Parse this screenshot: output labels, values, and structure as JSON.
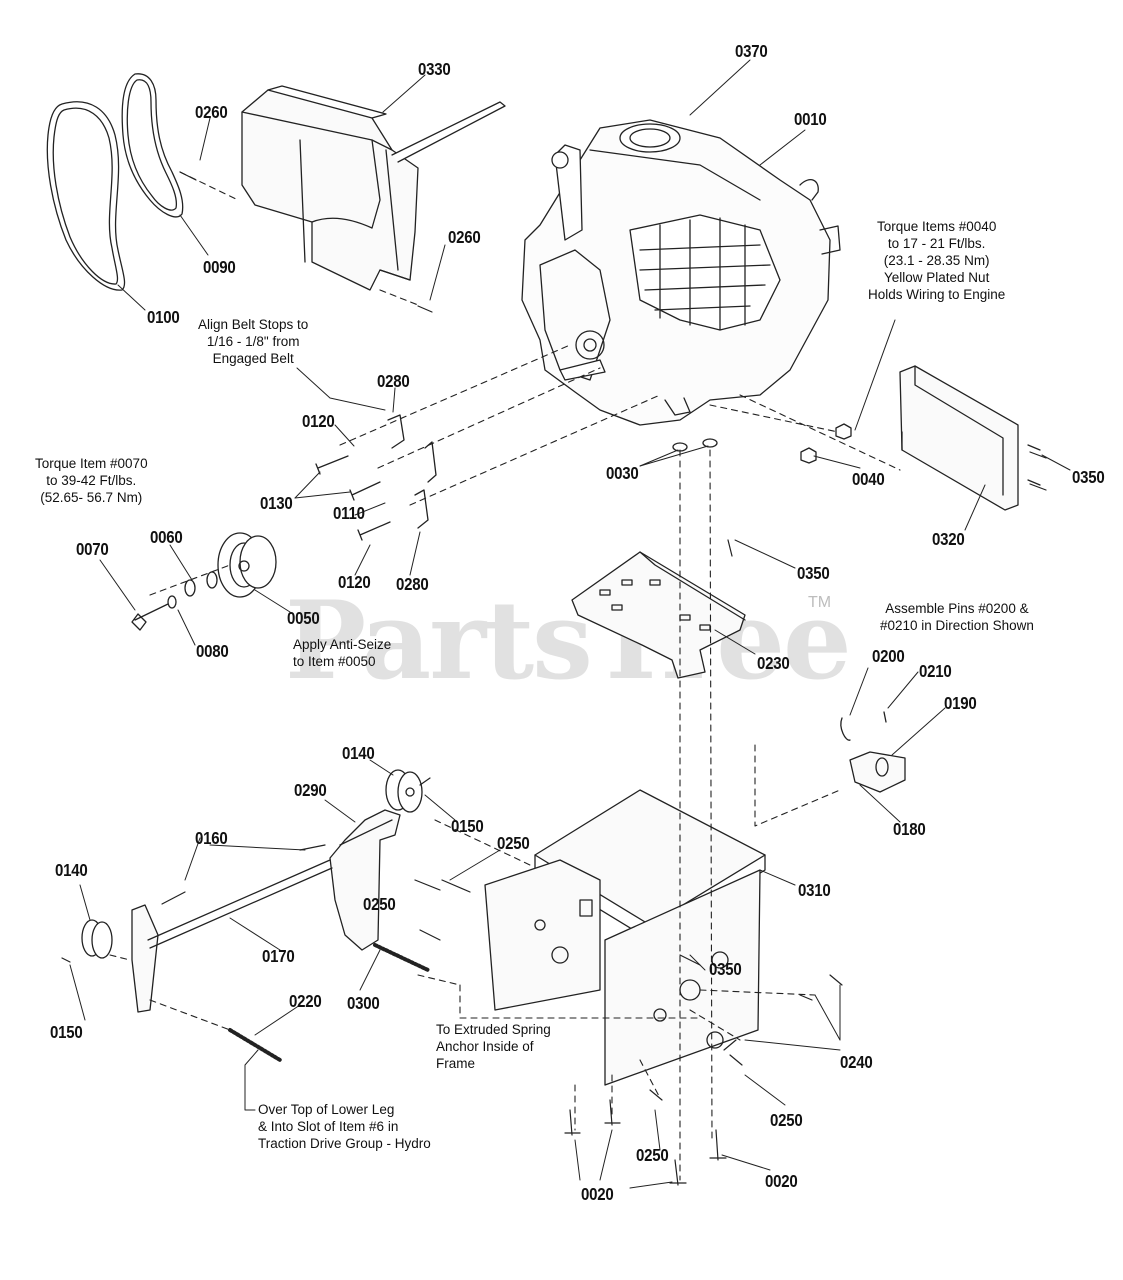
{
  "watermark": {
    "text": "PartsTree",
    "trademark": "TM"
  },
  "part_labels": {
    "p0010": "0010",
    "p0020a": "0020",
    "p0020b": "0020",
    "p0030": "0030",
    "p0040": "0040",
    "p0050": "0050",
    "p0060": "0060",
    "p0070": "0070",
    "p0080": "0080",
    "p0090": "0090",
    "p0100": "0100",
    "p0110": "0110",
    "p0120a": "0120",
    "p0120b": "0120",
    "p0130": "0130",
    "p0140a": "0140",
    "p0140b": "0140",
    "p0150a": "0150",
    "p0150b": "0150",
    "p0160": "0160",
    "p0170": "0170",
    "p0180": "0180",
    "p0190": "0190",
    "p0200": "0200",
    "p0210": "0210",
    "p0220": "0220",
    "p0230": "0230",
    "p0240": "0240",
    "p0250a": "0250",
    "p0250b": "0250",
    "p0250c": "0250",
    "p0250d": "0250",
    "p0260a": "0260",
    "p0260b": "0260",
    "p0280a": "0280",
    "p0280b": "0280",
    "p0290": "0290",
    "p0300": "0300",
    "p0310": "0310",
    "p0320": "0320",
    "p0330": "0330",
    "p0350a": "0350",
    "p0350b": "0350",
    "p0350c": "0350",
    "p0370": "0370"
  },
  "notes": {
    "torque_0040": [
      "Torque Items #0040",
      "to 17 - 21 Ft/lbs.",
      "(23.1 - 28.35 Nm)",
      "Yellow Plated Nut",
      "Holds Wiring to Engine"
    ],
    "belt_stops": [
      "Align Belt Stops to",
      "1/16 - 1/8\" from",
      "Engaged Belt"
    ],
    "torque_0070": [
      "Torque Item #0070",
      "to 39-42 Ft/lbs.",
      "(52.65- 56.7 Nm)"
    ],
    "anti_seize": [
      "Apply Anti-Seize",
      "to Item #0050"
    ],
    "assemble_pins": [
      "Assemble Pins #0200 &",
      "#0210 in Direction Shown"
    ],
    "spring_anchor": [
      "To Extruded Spring",
      "Anchor Inside of",
      "Frame"
    ],
    "lower_leg": [
      "Over Top of Lower Leg",
      "& Into Slot of Item #6 in",
      "Traction Drive Group - Hydro"
    ]
  }
}
